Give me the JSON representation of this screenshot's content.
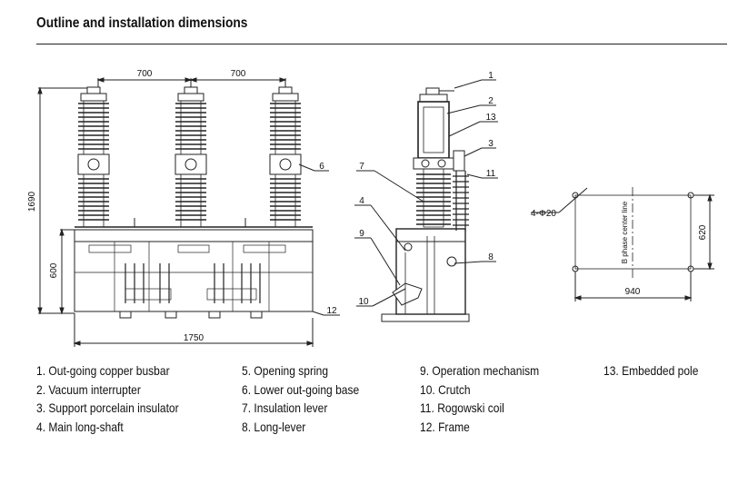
{
  "header": {
    "title": "Outline and installation dimensions"
  },
  "front_view": {
    "dims": {
      "pole_spacing_left": "700",
      "pole_spacing_right": "700",
      "overall_height": "1690",
      "frame_height": "600",
      "overall_width": "1750"
    },
    "callouts": {
      "lower_base": "6",
      "frame": "12"
    }
  },
  "side_view": {
    "callouts": {
      "busbar": "1",
      "interrupter": "2",
      "embedded_pole": "13",
      "support_insulator": "3",
      "rogowski": "11",
      "lever": "7",
      "shaft": "4",
      "mechanism": "9",
      "long_lever": "8",
      "crutch": "10"
    }
  },
  "mounting": {
    "hole_label": "4-Φ20",
    "center_line": "B phase center line",
    "height_dim": "620",
    "width_dim": "940"
  },
  "legend": [
    [
      "1. Out-going copper busbar",
      "2. Vacuum interrupter",
      "3. Support porcelain insulator",
      "4. Main long-shaft"
    ],
    [
      "5. Opening spring",
      "6. Lower out-going base",
      "7. Insulation lever",
      "8. Long-lever"
    ],
    [
      "9. Operation mechanism",
      "10. Crutch",
      "11. Rogowski coil",
      "12. Frame"
    ],
    [
      "13. Embedded pole"
    ]
  ]
}
